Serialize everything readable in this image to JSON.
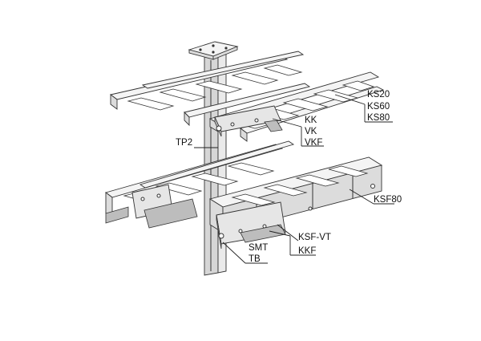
{
  "labels": {
    "ks20": "KS20",
    "ks60": "KS60",
    "ks80": "KS80",
    "kk": "KK",
    "vk": "VK",
    "vkf": "VKF",
    "tp2": "TP2",
    "ksf80": "KSF80",
    "ksf_vt": "KSF-VT",
    "kkf": "KKF",
    "smt": "SMT",
    "tb": "TB"
  }
}
